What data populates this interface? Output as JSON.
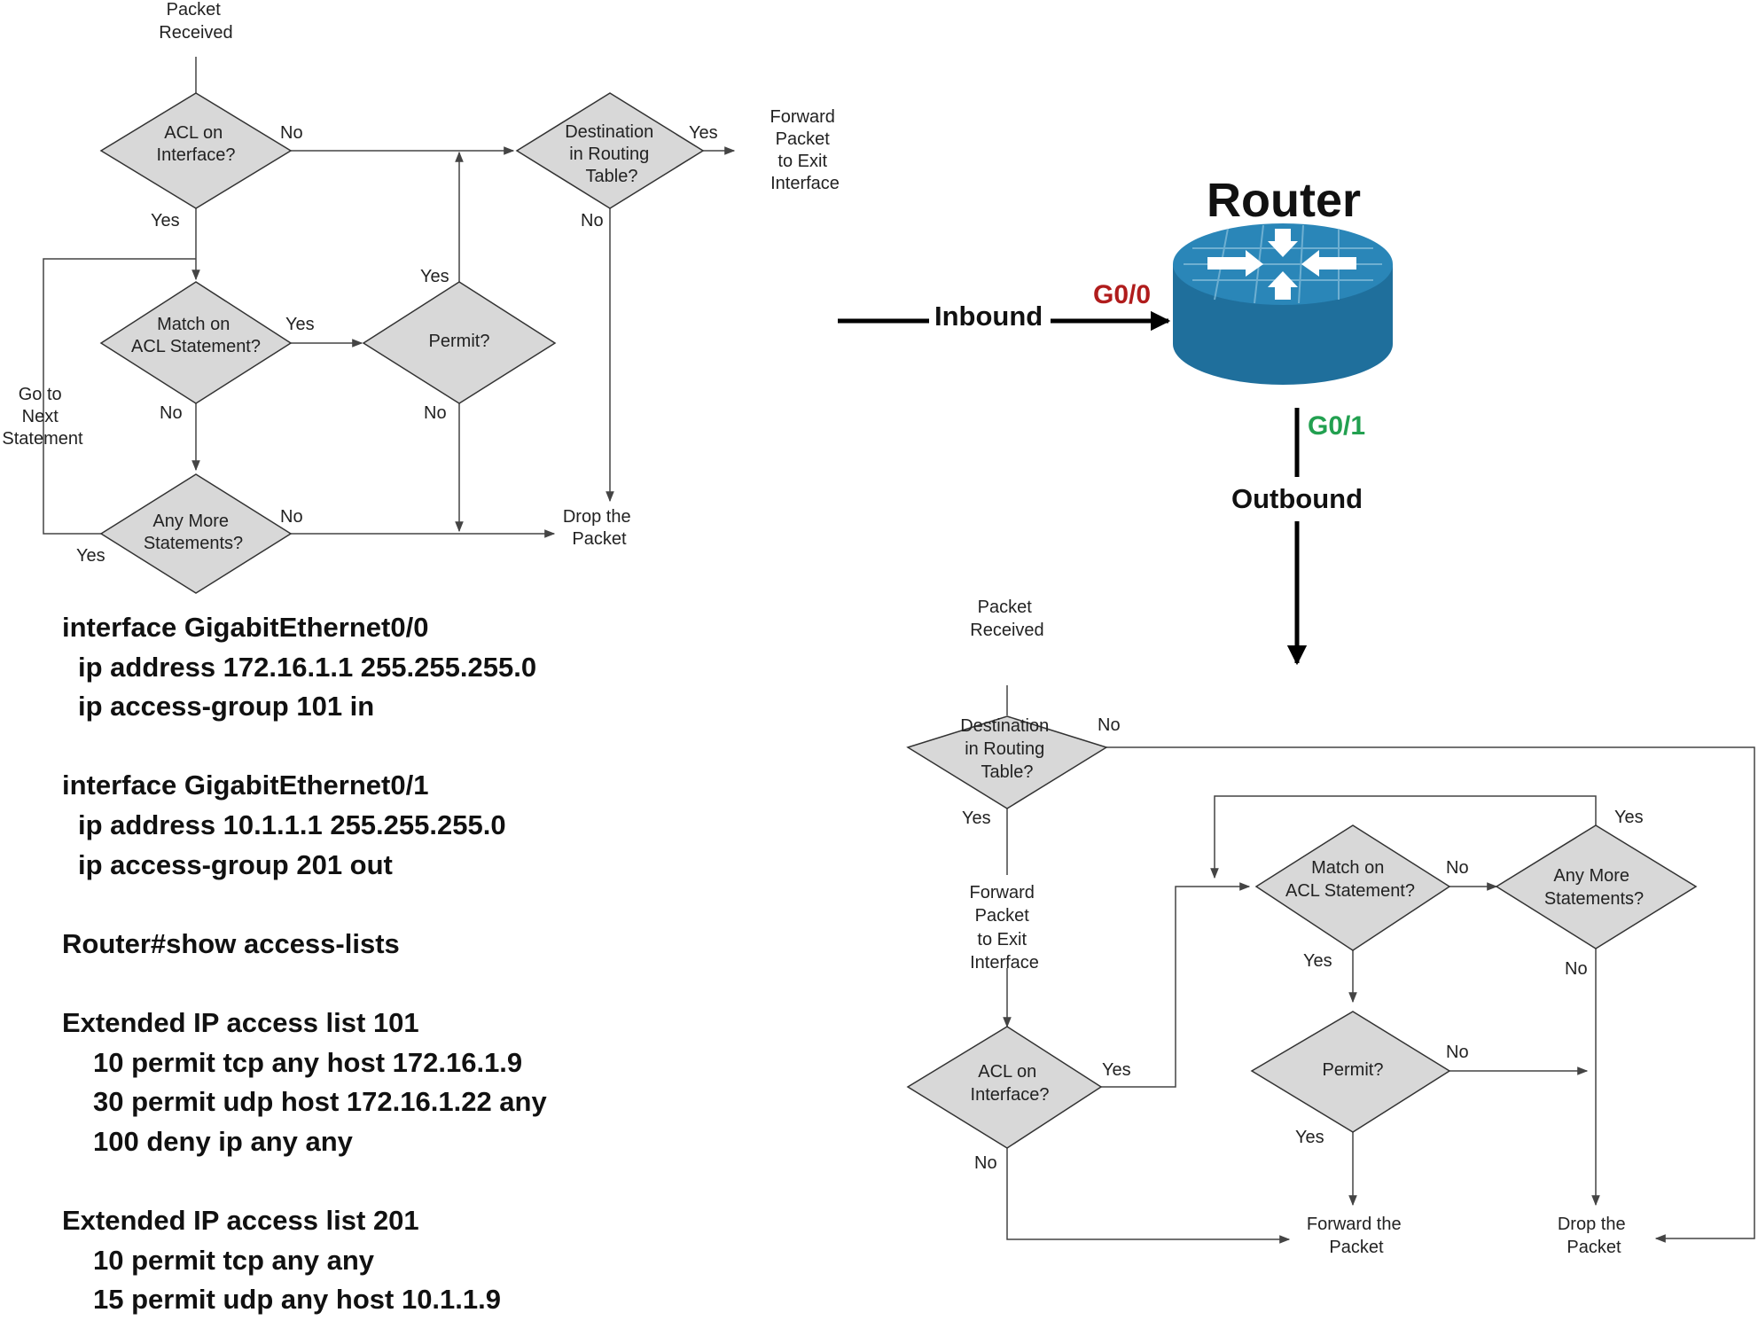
{
  "inbound_flow": {
    "start": [
      "Packet",
      "Received"
    ],
    "acl_on_interface": [
      "ACL on",
      "Interface?"
    ],
    "match_acl": [
      "Match on",
      "ACL Statement?"
    ],
    "permit": [
      "Permit?"
    ],
    "any_more": [
      "Any More",
      "Statements?"
    ],
    "destination": [
      "Destination",
      "in Routing",
      "Table?"
    ],
    "forward": [
      "Forward",
      "Packet",
      "to Exit",
      "Interface"
    ],
    "drop": [
      "Drop the",
      "Packet"
    ],
    "go_next": [
      "Go to",
      "Next",
      "Statement"
    ],
    "yes": "Yes",
    "no": "No"
  },
  "router": {
    "title": "Router",
    "in_port": "G0/0",
    "out_port": "G0/1",
    "inbound": "Inbound",
    "outbound": "Outbound",
    "colors": {
      "body": "#1f6f9c",
      "top": "#2a86b8",
      "in_port": "#b01c1c",
      "out_port": "#22a050"
    }
  },
  "outbound_flow": {
    "start": [
      "Packet",
      "Received"
    ],
    "destination": [
      "Destination",
      "in Routing",
      "Table?"
    ],
    "forward_exit": [
      "Forward",
      "Packet",
      "to Exit",
      "Interface"
    ],
    "acl_on_interface": [
      "ACL on",
      "Interface?"
    ],
    "match_acl": [
      "Match on",
      "ACL Statement?"
    ],
    "any_more": [
      "Any More",
      "Statements?"
    ],
    "permit": [
      "Permit?"
    ],
    "forward_packet": [
      "Forward the",
      "Packet"
    ],
    "drop": [
      "Drop the",
      "Packet"
    ],
    "yes": "Yes",
    "no": "No"
  },
  "config": [
    "interface GigabitEthernet0/0",
    "ip address 172.16.1.1 255.255.255.0",
    "ip access-group 101 in",
    "",
    "interface GigabitEthernet0/1",
    "ip address 10.1.1.1 255.255.255.0",
    "ip access-group 201 out",
    "",
    "Router#show access-lists",
    "",
    "Extended IP access list 101",
    "10 permit tcp any host 172.16.1.9",
    "30 permit udp host 172.16.1.22 any",
    "100 deny ip any any",
    "",
    "Extended IP access list 201",
    "10 permit tcp any any",
    "15 permit udp any host 10.1.1.9"
  ]
}
